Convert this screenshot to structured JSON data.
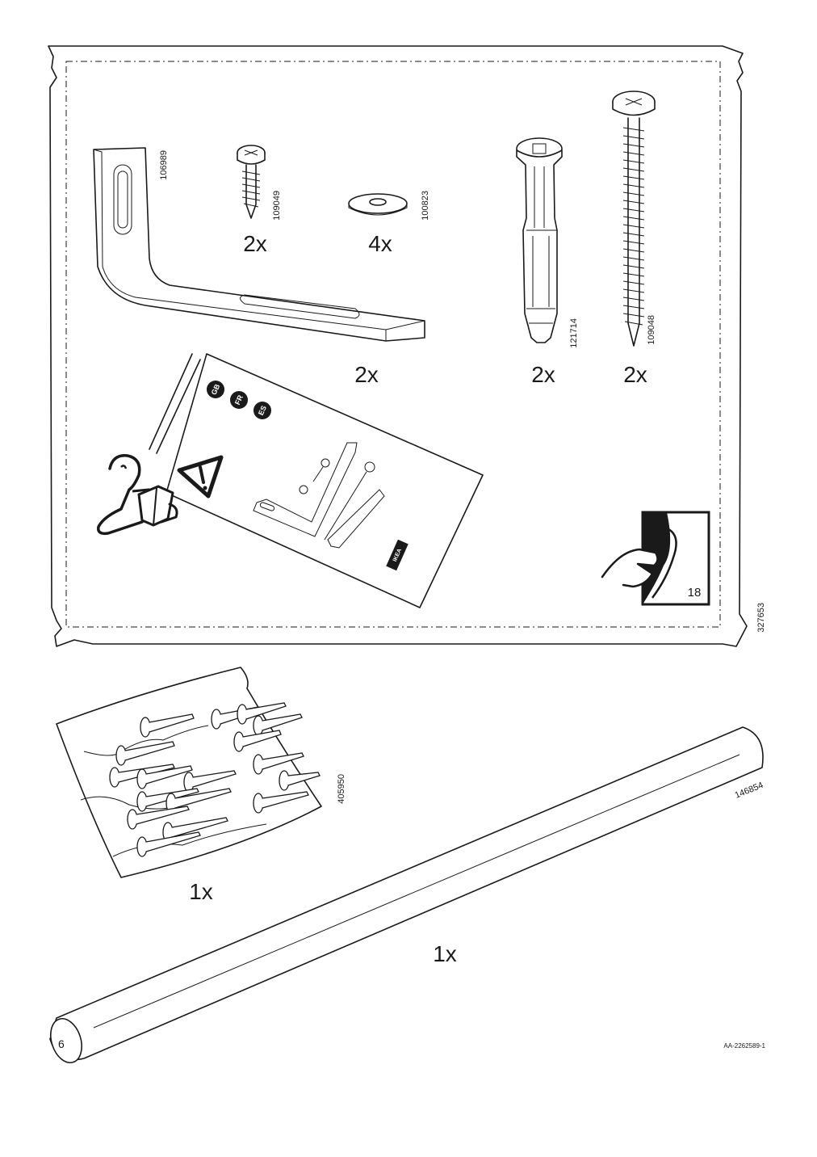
{
  "page": {
    "number": "6",
    "doc_id": "AA-2262589-1",
    "bag_code": "327653"
  },
  "parts": {
    "bracket": {
      "code": "106989",
      "qty": "2x"
    },
    "short_screw": {
      "code": "109049",
      "qty": "2x"
    },
    "washer": {
      "code": "100823",
      "qty": "4x"
    },
    "wall_plug": {
      "code": "121714",
      "qty": "2x"
    },
    "long_screw": {
      "code": "109048",
      "qty": "2x"
    },
    "nail_bag": {
      "code": "405950",
      "qty": "1x"
    },
    "rod": {
      "code": "146854",
      "qty": "1x"
    }
  },
  "leaflet": {
    "languages": [
      "GB",
      "FR",
      "ES"
    ],
    "brand": "IKEA",
    "page_ref": "18"
  },
  "icons": {
    "read_leaflet": "person-reading-icon",
    "warning": "warning-triangle-icon",
    "turn_page": "hand-turning-page-icon"
  }
}
